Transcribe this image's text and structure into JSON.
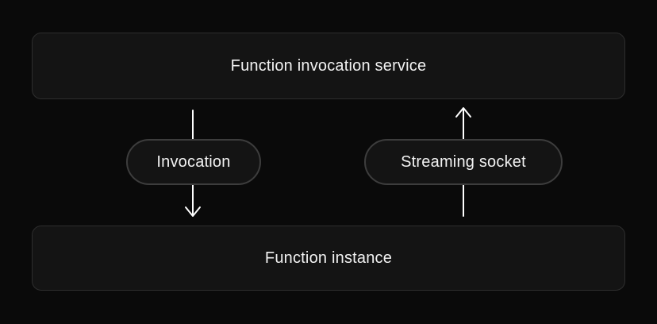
{
  "diagram": {
    "top_box": {
      "label": "Function invocation service"
    },
    "bottom_box": {
      "label": "Function instance"
    },
    "left_pill": {
      "label": "Invocation"
    },
    "right_pill": {
      "label": "Streaming socket"
    },
    "arrows": [
      {
        "name": "invocation-arrow",
        "direction": "down"
      },
      {
        "name": "streaming-socket-arrow",
        "direction": "up"
      }
    ],
    "colors": {
      "background": "#0a0a0a",
      "box_background": "#141414",
      "box_border": "#2e2e2e",
      "pill_border": "#3d3d3d",
      "text": "#f2f2f2",
      "arrow": "#ffffff"
    }
  }
}
